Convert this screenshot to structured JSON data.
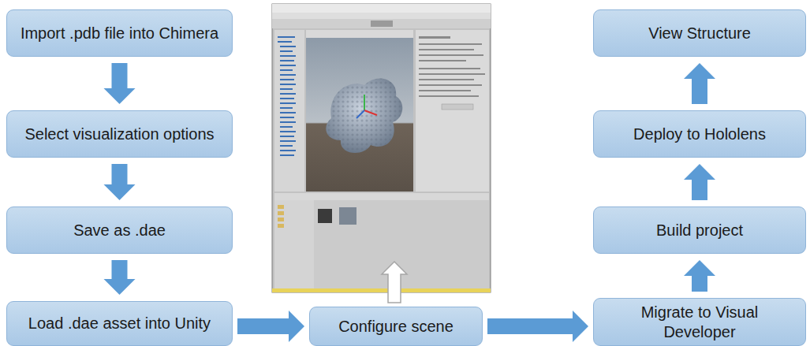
{
  "diagram": {
    "nodes": [
      {
        "text": [
          "Import .pdb file into Chimera"
        ]
      },
      {
        "text": [
          "Select visualization options"
        ]
      },
      {
        "text": [
          "Save as .dae"
        ]
      },
      {
        "text": [
          "Load .dae asset into Unity"
        ]
      },
      {
        "text": [
          "Configure scene"
        ]
      },
      {
        "text": [
          "Migrate to Visual Developer"
        ]
      },
      {
        "text": [
          "Build project"
        ]
      },
      {
        "text": [
          "Deploy to Hololens"
        ]
      },
      {
        "text": [
          "View Structure"
        ]
      }
    ],
    "edges": [
      {
        "from": 0,
        "to": 1,
        "arrow": "to"
      },
      {
        "from": 1,
        "to": 2,
        "arrow": "to"
      },
      {
        "from": 2,
        "to": 3,
        "arrow": "to"
      },
      {
        "from": 3,
        "to": 4,
        "arrow": "to"
      },
      {
        "from": 4,
        "to": 5,
        "arrow": "to"
      },
      {
        "from": 5,
        "to": 6,
        "arrow": "to"
      },
      {
        "from": 6,
        "to": 7,
        "arrow": "to"
      },
      {
        "from": 7,
        "to": 8,
        "arrow": "to"
      }
    ]
  }
}
